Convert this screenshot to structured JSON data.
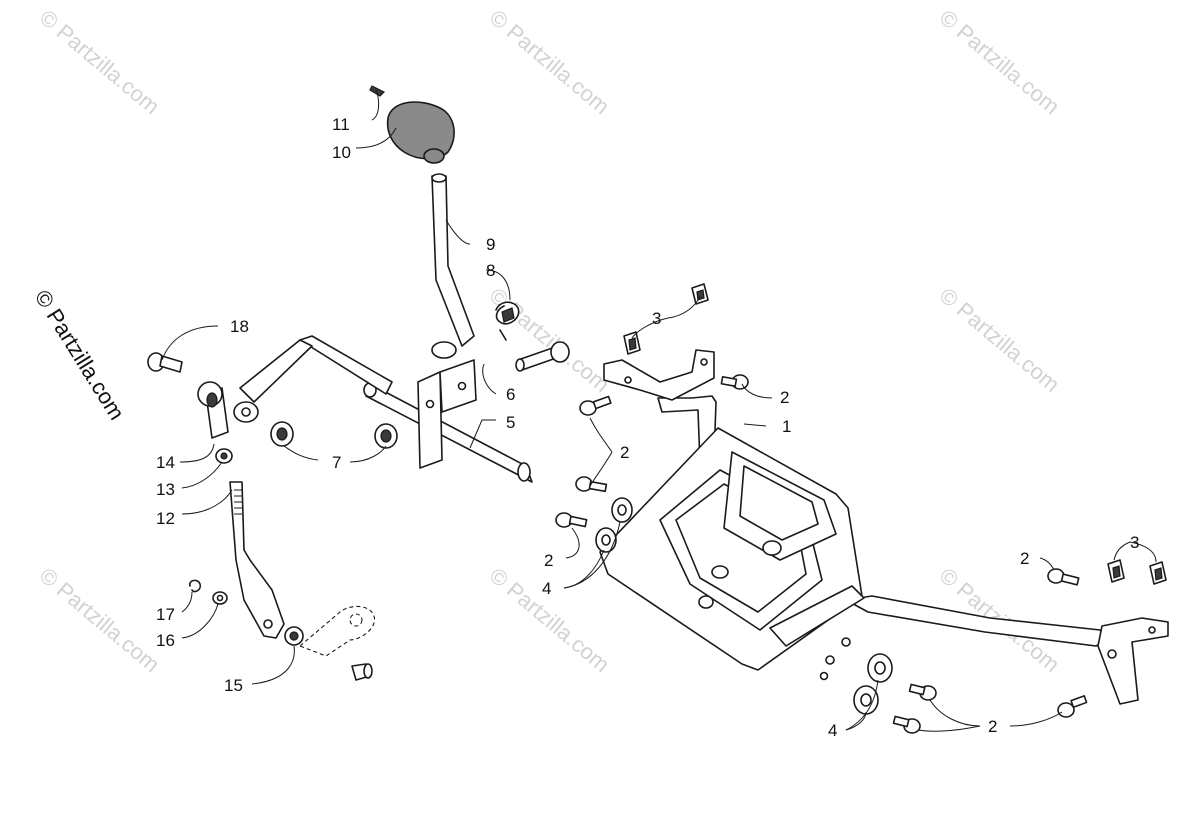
{
  "watermark": {
    "text": "© Partzilla.com",
    "side_text": "© Partzilla.com"
  },
  "labels": [
    {
      "id": "l1",
      "text": "1"
    },
    {
      "id": "l2a",
      "text": "2"
    },
    {
      "id": "l2b",
      "text": "2"
    },
    {
      "id": "l2c",
      "text": "2"
    },
    {
      "id": "l2d",
      "text": "2"
    },
    {
      "id": "l2e",
      "text": "2"
    },
    {
      "id": "l3a",
      "text": "3"
    },
    {
      "id": "l3b",
      "text": "3"
    },
    {
      "id": "l4a",
      "text": "4"
    },
    {
      "id": "l4b",
      "text": "4"
    },
    {
      "id": "l5",
      "text": "5"
    },
    {
      "id": "l6",
      "text": "6"
    },
    {
      "id": "l7",
      "text": "7"
    },
    {
      "id": "l8",
      "text": "8"
    },
    {
      "id": "l9",
      "text": "9"
    },
    {
      "id": "l10",
      "text": "10"
    },
    {
      "id": "l11",
      "text": "11"
    },
    {
      "id": "l12",
      "text": "12"
    },
    {
      "id": "l13",
      "text": "13"
    },
    {
      "id": "l14",
      "text": "14"
    },
    {
      "id": "l15",
      "text": "15"
    },
    {
      "id": "l16",
      "text": "16"
    },
    {
      "id": "l17",
      "text": "17"
    },
    {
      "id": "l18",
      "text": "18"
    }
  ]
}
